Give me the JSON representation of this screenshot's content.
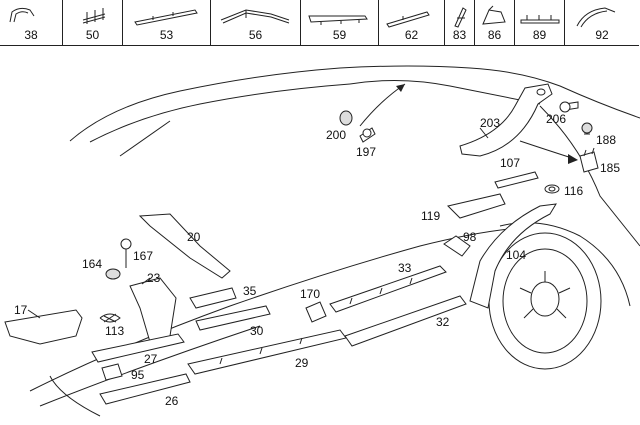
{
  "thumbnails": [
    {
      "number": "38",
      "icon": "trim-bracket-icon"
    },
    {
      "number": "50",
      "icon": "clip-strip-icon"
    },
    {
      "number": "53",
      "icon": "long-molding-icon"
    },
    {
      "number": "56",
      "icon": "angled-molding-icon"
    },
    {
      "number": "59",
      "icon": "rail-molding-icon"
    },
    {
      "number": "62",
      "icon": "short-molding-icon"
    },
    {
      "number": "83",
      "icon": "clip-icon"
    },
    {
      "number": "86",
      "icon": "angled-clip-icon"
    },
    {
      "number": "89",
      "icon": "strip-clip-icon"
    },
    {
      "number": "92",
      "icon": "curved-trim-icon"
    }
  ],
  "callouts": {
    "c17": "17",
    "c20": "20",
    "c23": "23",
    "c26": "26",
    "c27": "27",
    "c29": "29",
    "c30": "30",
    "c32": "32",
    "c33": "33",
    "c35": "35",
    "c95": "95",
    "c98": "98",
    "c104": "104",
    "c107": "107",
    "c113": "113",
    "c116": "116",
    "c119": "119",
    "c164": "164",
    "c167": "167",
    "c170": "170",
    "c185": "185",
    "c188": "188",
    "c197": "197",
    "c200": "200",
    "c203": "203",
    "c206": "206"
  }
}
